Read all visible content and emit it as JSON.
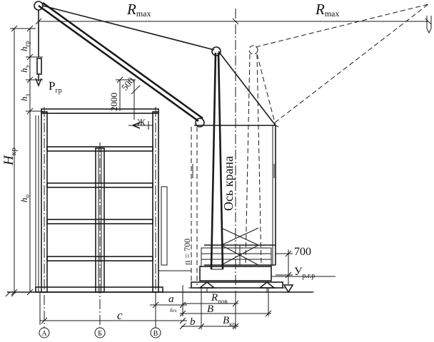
{
  "labels": {
    "r_max": "R",
    "r_max_sub": "max",
    "h_kr": "H",
    "h_kr_sub": "кр",
    "h_gr": "h",
    "h_gr_sub": "гр",
    "h_e": "h",
    "h_e_sub": "э",
    "h_z": "h",
    "h_z_sub": "з",
    "h_o": "h",
    "h_o_sub": "о",
    "p_gr": "P",
    "p_gr_sub": "гр",
    "dim_2000": "2000",
    "dim_500": "500",
    "zh": "Ж",
    "crane_axis": "Ось крана",
    "n700": "п = 700",
    "dim_700": "700",
    "level": "У",
    "level_sub": "р.г.р",
    "a": "a",
    "a_sub": "без",
    "r_pov": "R",
    "r_pov_sub": "пов",
    "b_big": "B",
    "b_small": "b",
    "b_kr": "B",
    "b_kr_sub": "кр",
    "c": "c",
    "axis_a": "А",
    "axis_b": "Б",
    "axis_v": "В"
  },
  "colors": {
    "line": "#1a1a1a",
    "background": "#ffffff"
  }
}
